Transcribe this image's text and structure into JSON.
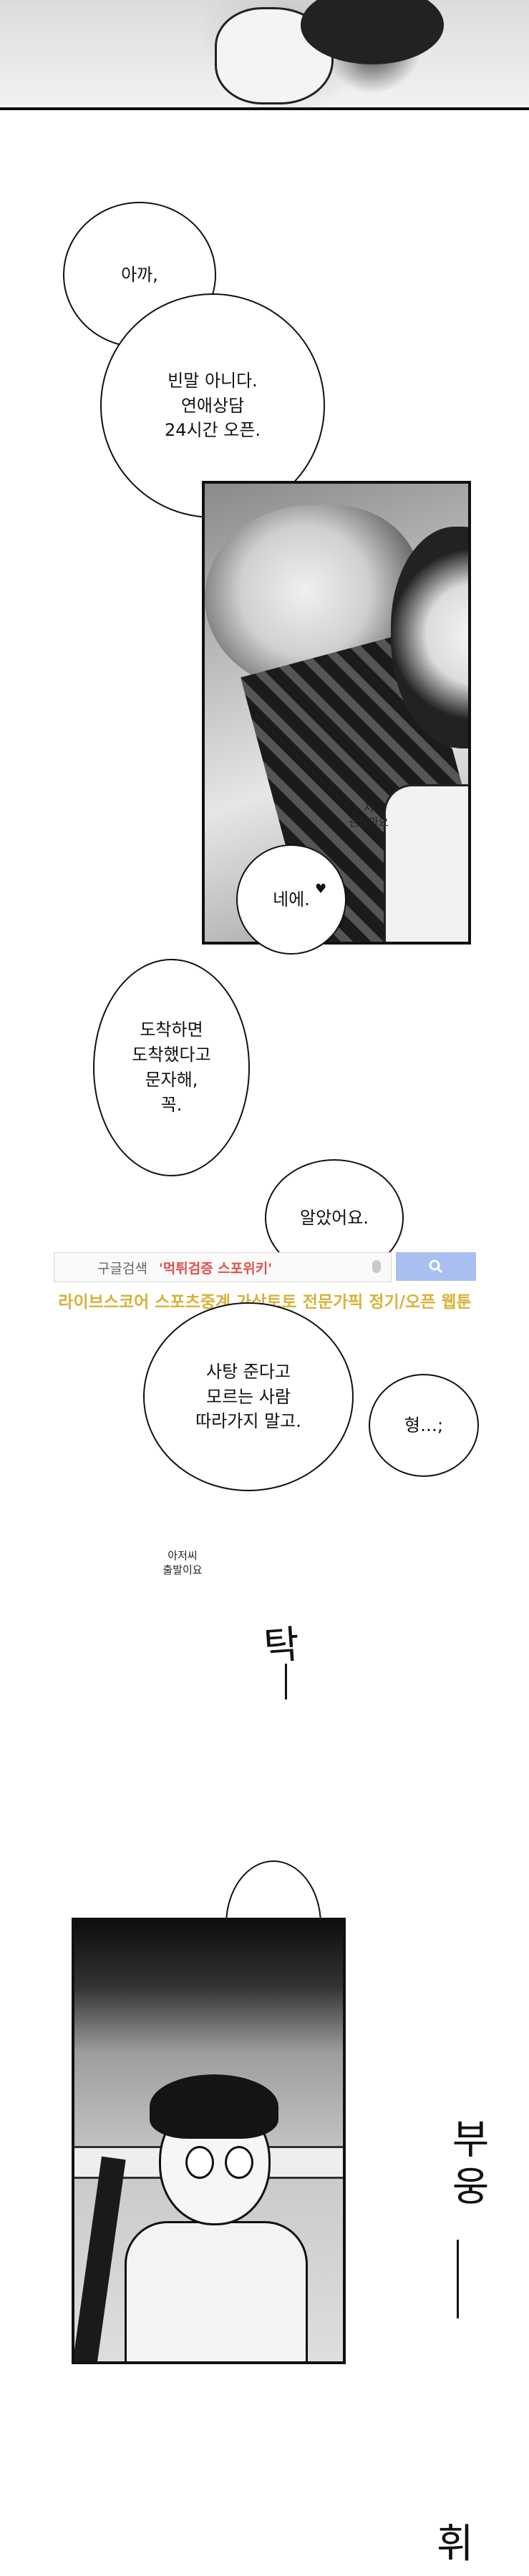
{
  "bubbles": {
    "b1": "아까,",
    "b2": "빈말 아니다.\n연애상담\n24시간 오픈.",
    "b3": "네에.",
    "b4": "도착하면\n도착했다고\n문자해,\n꼭.",
    "b5": "알았어요.",
    "b6": "사탕 준다고\n모르는 사람\n따라가지 말고.",
    "b7": "형…;",
    "b8": "…"
  },
  "notes": {
    "fine": "저\n괜찮아요",
    "depart": "아저씨\n출발이요",
    "heart": "♥"
  },
  "sfx": {
    "tak": "탁",
    "vroom": "부웅",
    "hwi": "휘"
  },
  "watermark": {
    "label": "구글검색",
    "query": "'먹튀검증 스포위키'",
    "promo": "라이브스코어 스포츠중계 가상토토 전문가픽 정기/오픈 웹툰"
  },
  "colors": {
    "promo": "#d7b238",
    "query": "#e05050",
    "search_button": "#a8bff0"
  }
}
